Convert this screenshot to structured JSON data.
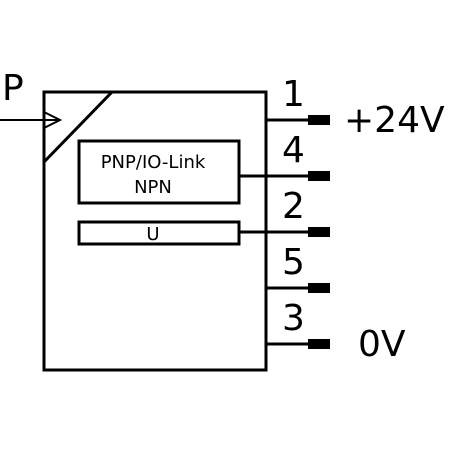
{
  "diagram": {
    "input_label": "P",
    "function_block_line1": "PNP/IO-Link",
    "function_block_line2": "NPN",
    "voltage_block": "U",
    "supply_positive": "+24V",
    "supply_ground": "0V",
    "pins": [
      {
        "number": "1"
      },
      {
        "number": "4"
      },
      {
        "number": "2"
      },
      {
        "number": "5"
      },
      {
        "number": "3"
      }
    ]
  },
  "colors": {
    "line": "#000000",
    "background": "#ffffff"
  }
}
